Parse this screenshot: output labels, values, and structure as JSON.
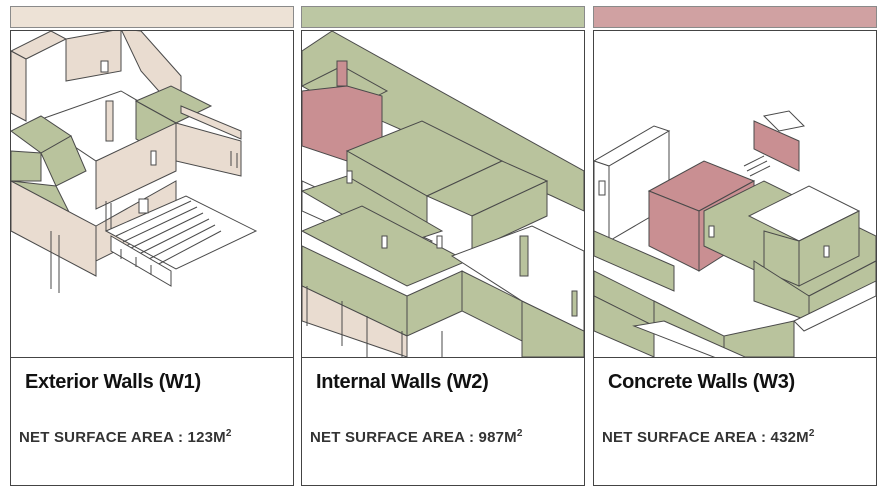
{
  "panels": [
    {
      "title": "Exterior Walls (W1)",
      "metric_label": "NET SURFACE AREA : ",
      "metric_value": "123M",
      "metric_sup": "2",
      "swatch_color": "#ede2d6"
    },
    {
      "title": "Internal Walls (W2)",
      "metric_label": "NET SURFACE AREA : ",
      "metric_value": "987M",
      "metric_sup": "2",
      "swatch_color": "#bcc7a3"
    },
    {
      "title": "Concrete Walls (W3)",
      "metric_label": "NET SURFACE AREA : ",
      "metric_value": "432M",
      "metric_sup": "2",
      "swatch_color": "#d0a1a2"
    }
  ],
  "colors": {
    "exterior": "#e9dcd0",
    "internal": "#b9c39d",
    "concrete": "#c98f92",
    "line": "#4a4a4a"
  }
}
